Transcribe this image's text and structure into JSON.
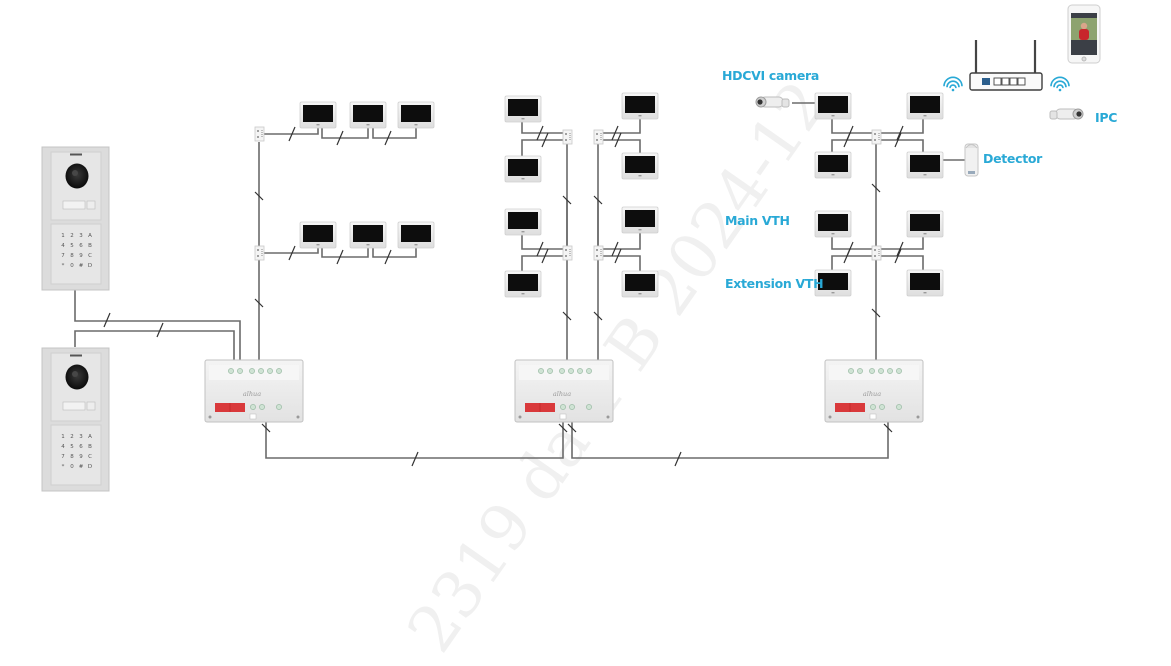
{
  "diagram": {
    "title": "Dahua 2-wire IP video intercom system topology",
    "accent_color": "#29a9d6",
    "wire_color": "#6b6b6b",
    "labels": {
      "hdcvi_camera": "HDCVI camera",
      "ipc": "IPC",
      "detector": "Detector",
      "main_vth": "Main VTH",
      "extension_vth": "Extension VTH"
    },
    "brand_mark": "alhua",
    "watermark": "2319 da 1 B 2024-12"
  },
  "nodes": {
    "door_stations": [
      {
        "id": "vto-1",
        "type": "Outdoor station (VTO) with camera & keypad",
        "keys": [
          "1",
          "2",
          "3",
          "A",
          "4",
          "5",
          "6",
          "B",
          "7",
          "8",
          "9",
          "C",
          "*",
          "0",
          "#",
          "D"
        ]
      },
      {
        "id": "vto-2",
        "type": "Outdoor station (VTO) with camera & keypad",
        "keys": [
          "1",
          "2",
          "3",
          "A",
          "4",
          "5",
          "6",
          "B",
          "7",
          "8",
          "9",
          "C",
          "*",
          "0",
          "#",
          "D"
        ]
      }
    ],
    "switches": [
      {
        "id": "switch-1",
        "type": "2-wire PoE switch"
      },
      {
        "id": "switch-2",
        "type": "2-wire PoE switch"
      },
      {
        "id": "switch-3",
        "type": "2-wire PoE switch"
      }
    ],
    "groups": [
      {
        "id": "group-1",
        "rows": 2,
        "monitors_per_row": 3,
        "topology": "daisy-chain"
      },
      {
        "id": "group-2",
        "rows": 2,
        "monitors_per_row": 4,
        "topology": "distributor"
      },
      {
        "id": "group-3",
        "rows": 2,
        "monitors_per_row": 4,
        "topology": "distributor",
        "extras": [
          "HDCVI camera",
          "Detector",
          "Wi-Fi router",
          "IPC",
          "Smartphone"
        ]
      }
    ]
  }
}
